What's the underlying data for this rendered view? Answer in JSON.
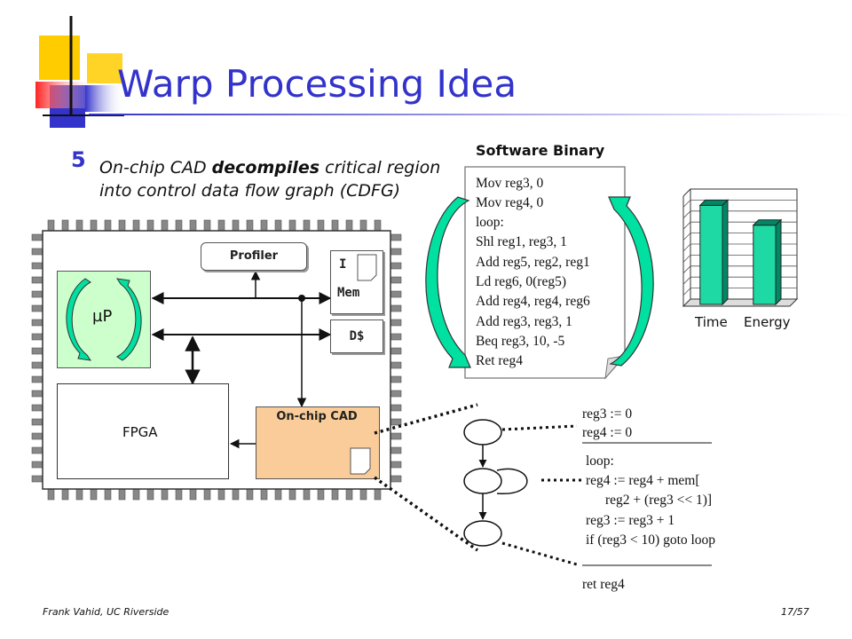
{
  "title": "Warp Processing Idea",
  "bullet": {
    "number": "5",
    "line1_a": "On-chip CAD ",
    "line1_b": "decompiles",
    "line1_c": " critical region",
    "line2": "into control data flow graph (CDFG)"
  },
  "binary": {
    "title": "Software Binary",
    "lines": [
      "Mov reg3, 0",
      "Mov reg4, 0",
      "loop:",
      "Shl reg1, reg3, 1",
      "Add reg5, reg2, reg1",
      "Ld reg6, 0(reg5)",
      "Add reg4, reg4, reg6",
      "Add reg3, reg3, 1",
      "Beq reg3, 10, -5",
      "Ret reg4"
    ]
  },
  "chip": {
    "up_label": "µP",
    "fpga_label": "FPGA",
    "profiler_label": "Profiler",
    "imem_label_1": "I",
    "imem_label_2": "Mem",
    "dcache_label": "D$",
    "cad_label": "On-chip CAD",
    "colors": {
      "up": "#ccffcc",
      "cad": "#f9cc99",
      "arrow": "#00e0a0"
    }
  },
  "chart_data": {
    "type": "bar",
    "categories": [
      "Time",
      "Energy"
    ],
    "values": [
      0.9,
      0.72
    ],
    "ylim": [
      0,
      1
    ],
    "grid": true,
    "colors": {
      "bar": "#1fd9a4",
      "bar_dark": "#008866"
    }
  },
  "cdfg": {
    "block1": [
      "reg3 := 0",
      "reg4 := 0"
    ],
    "block2": [
      "loop:",
      "reg4 := reg4 + mem[",
      "reg2 + (reg3 << 1)]",
      "reg3 := reg3 + 1",
      "if (reg3 < 10) goto loop"
    ],
    "block3": [
      "ret reg4"
    ]
  },
  "footer": {
    "left": "Frank Vahid, UC Riverside",
    "right": "17/57"
  },
  "accent_colors": {
    "title": "#3333cc",
    "logo_yellow": "#ffcc00",
    "logo_red": "#ff4444",
    "logo_blue": "#3333cc"
  }
}
